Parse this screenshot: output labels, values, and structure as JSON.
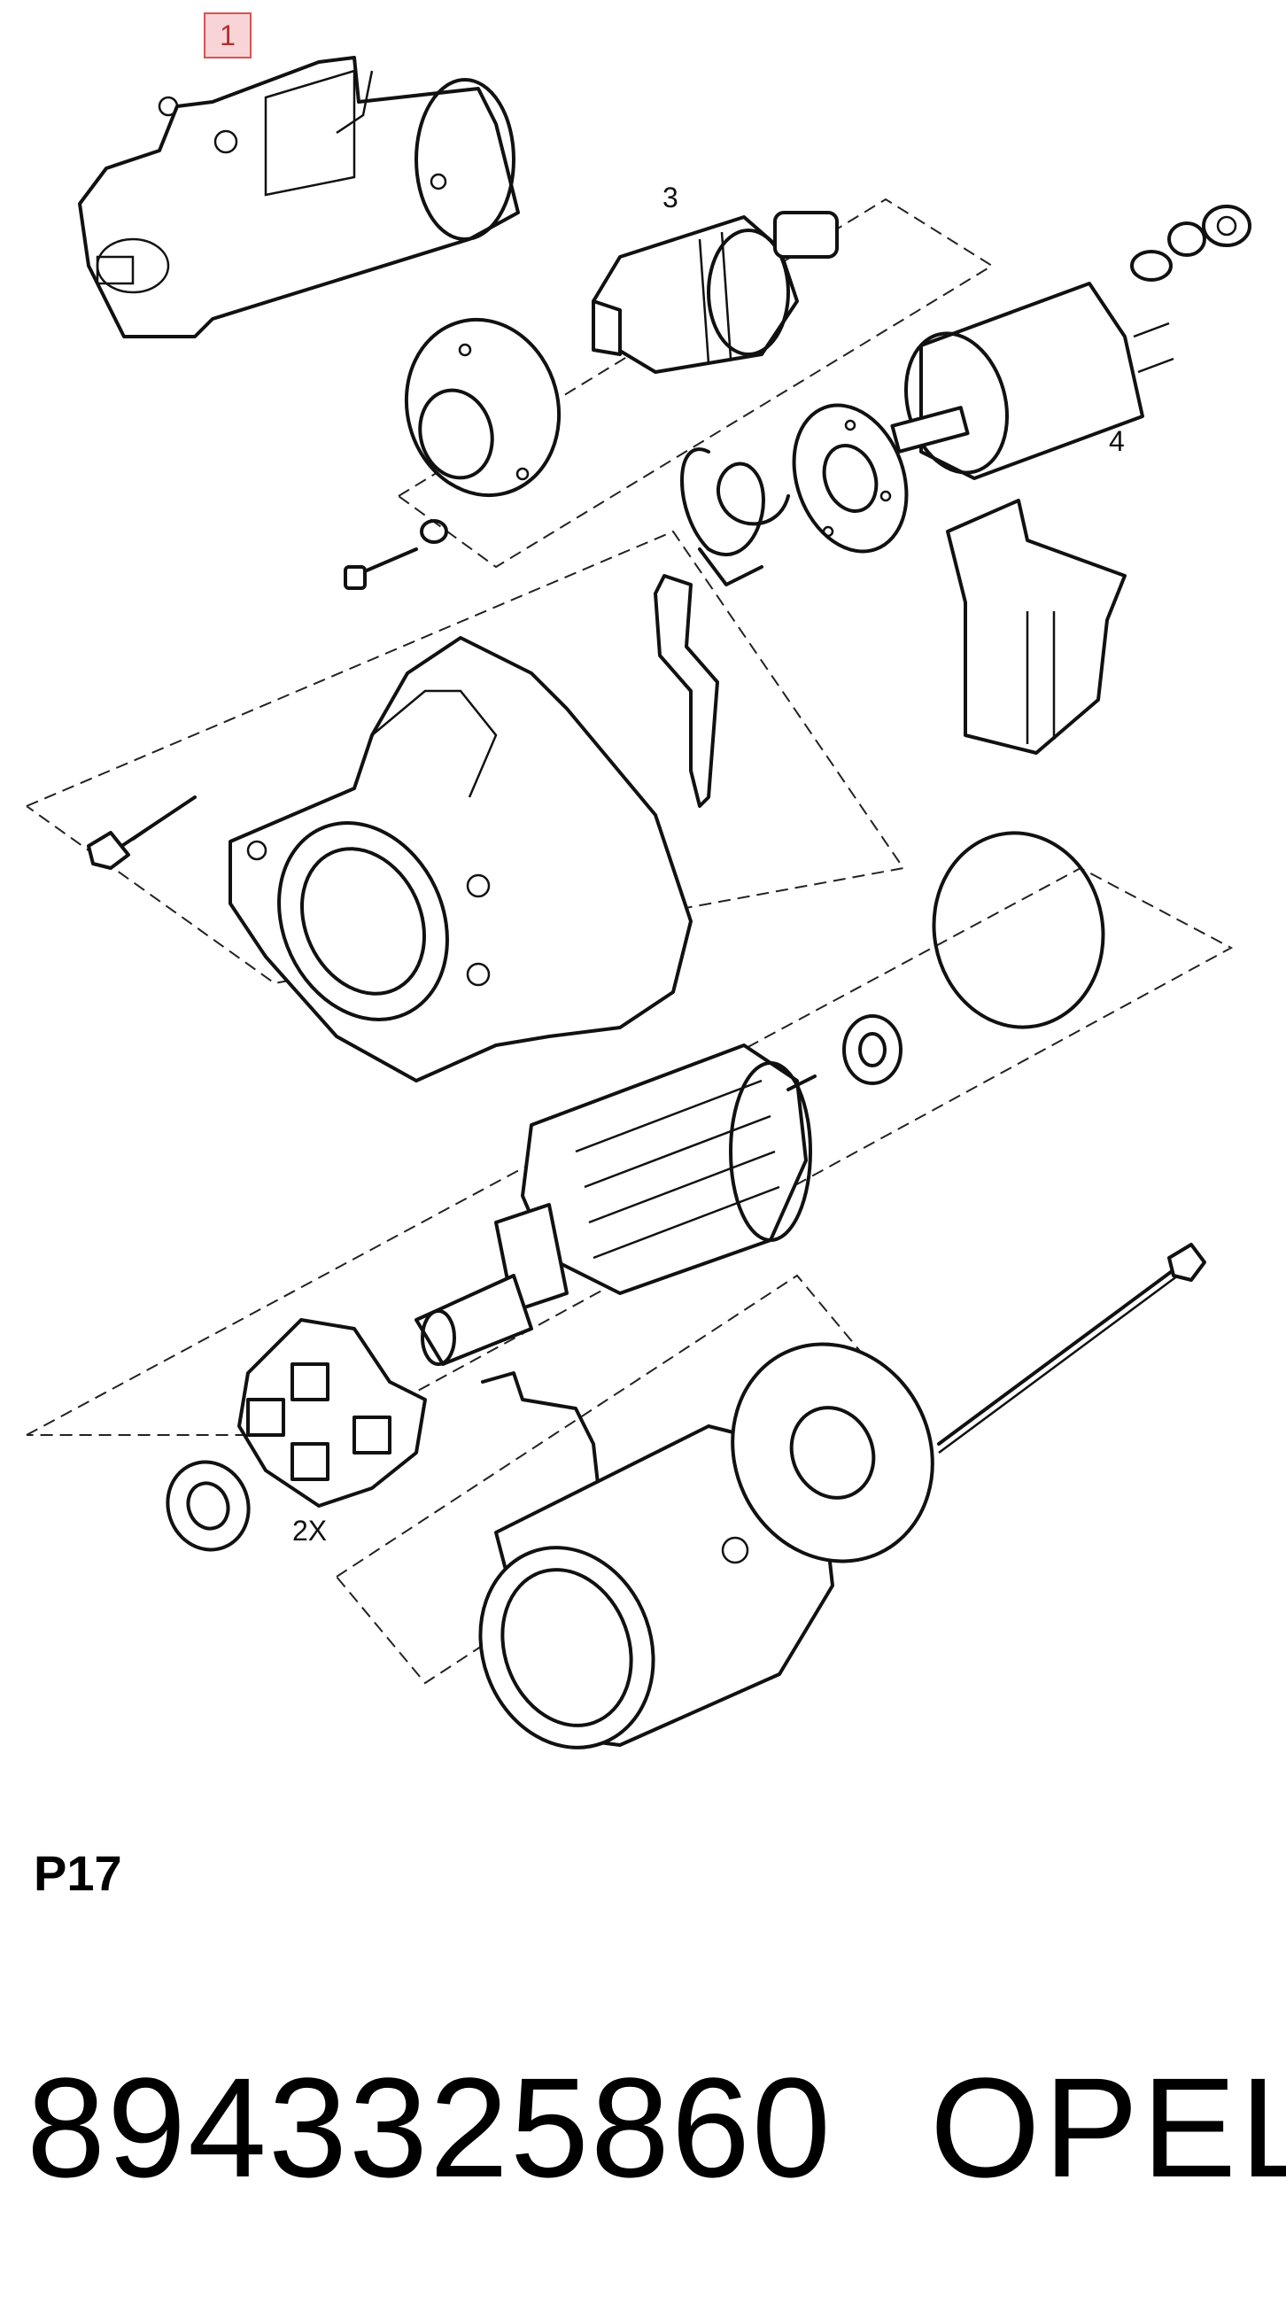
{
  "callouts": {
    "item_1": "1",
    "item_3": "3",
    "item_4": "4",
    "item_2x": "2X"
  },
  "page_code": "P17",
  "part_number": "8943325860",
  "brand": "OPEL",
  "colors": {
    "callout_highlight_border": "#d9534f",
    "callout_highlight_fill": "#f8d4d6",
    "line_art": "#111111"
  }
}
